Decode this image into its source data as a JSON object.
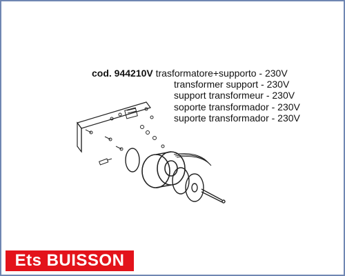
{
  "caption": {
    "code": "cod. 944210V",
    "lines": [
      "trasformatore+supporto - 230V",
      "transformer support - 230V",
      "support transformeur - 230V",
      "soporte transformador - 230V",
      "suporte transformador - 230V"
    ]
  },
  "brand": {
    "label": "Ets BUISSON",
    "color": "#e3131b"
  }
}
